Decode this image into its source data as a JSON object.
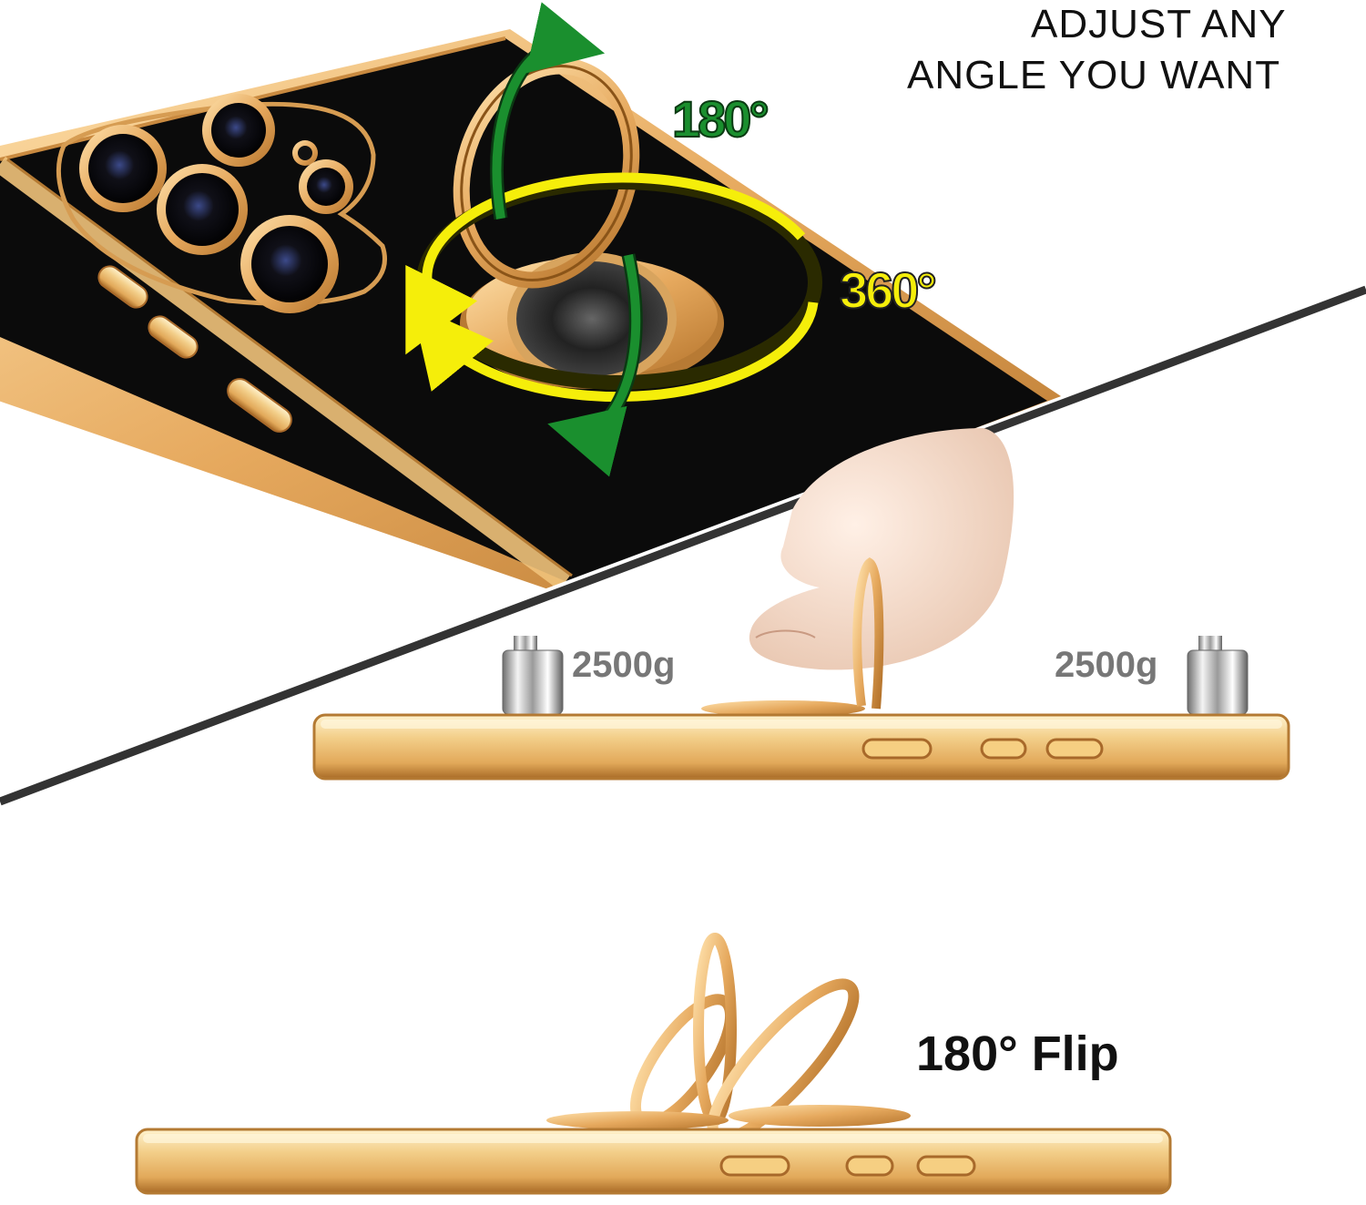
{
  "headline": {
    "line1": "ADJUST ANY",
    "line2": "ANGLE YOU WANT"
  },
  "rotation": {
    "vertical_label": "180°",
    "horizontal_label": "360°"
  },
  "load_test": {
    "left_weight": "2500g",
    "right_weight": "2500g"
  },
  "flip": {
    "label": "180° Flip"
  },
  "colors": {
    "gold": "#e8b464",
    "gold_dark": "#b87a2e",
    "case_black": "#0b0b0b",
    "arrow_green": "#1a8f2e",
    "arrow_yellow": "#f5ee0a",
    "divider": "#333333"
  },
  "icons": [
    "camera-lens-icon",
    "ring-holder-icon",
    "weight-icon",
    "rotate-arrow-icon"
  ]
}
